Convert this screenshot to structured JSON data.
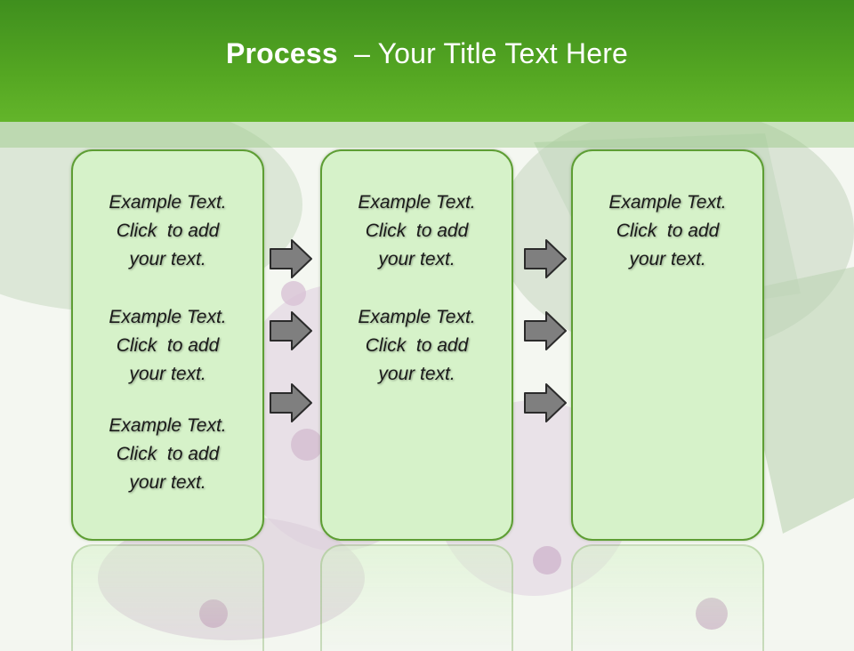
{
  "slide": {
    "title_bold": "Process",
    "title_rest": "– Your Title Text Here"
  },
  "columns": [
    {
      "blocks": [
        [
          "Example Text.",
          "Click  to add",
          "your text."
        ],
        [
          "Example Text.",
          "Click  to add",
          "your text."
        ],
        [
          "Example Text.",
          "Click  to add",
          "your text."
        ]
      ]
    },
    {
      "blocks": [
        [
          "Example Text.",
          "Click  to add",
          "your text."
        ],
        [
          "Example Text.",
          "Click  to add",
          "your text."
        ]
      ]
    },
    {
      "blocks": [
        [
          "Example Text.",
          "Click  to add",
          "your text."
        ]
      ]
    }
  ],
  "colors": {
    "header_green": "#54a622",
    "box_fill": "#d6f2c9",
    "box_border": "#5e9e34",
    "arrow_fill": "#7f7f7f"
  },
  "icons": [
    "right-arrow-icon"
  ]
}
